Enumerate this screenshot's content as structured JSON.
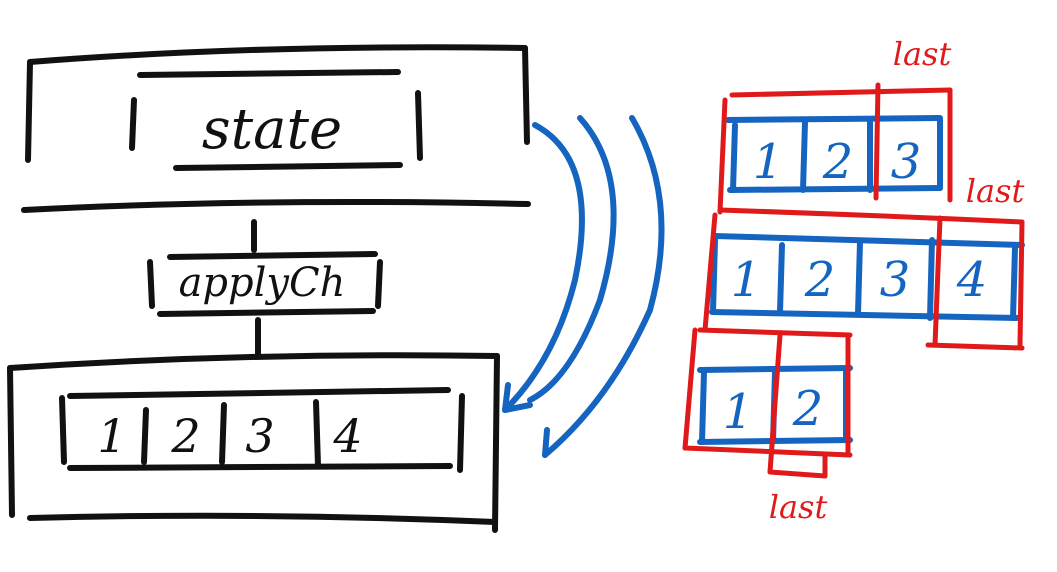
{
  "colors": {
    "ink_black": "#111111",
    "ink_blue": "#1565c0",
    "ink_red": "#e01a1a",
    "background": "#ffffff"
  },
  "left": {
    "state_label": "state",
    "apply_label": "applyCh",
    "log_cells": [
      "1",
      "2",
      "3",
      "4"
    ]
  },
  "right": {
    "snapshot_a_cells": [
      "1",
      "2",
      "3"
    ],
    "snapshot_b_cells": [
      "1",
      "2",
      "3",
      "4"
    ],
    "snapshot_c_cells": [
      "1",
      "2"
    ],
    "last_label": "last"
  }
}
